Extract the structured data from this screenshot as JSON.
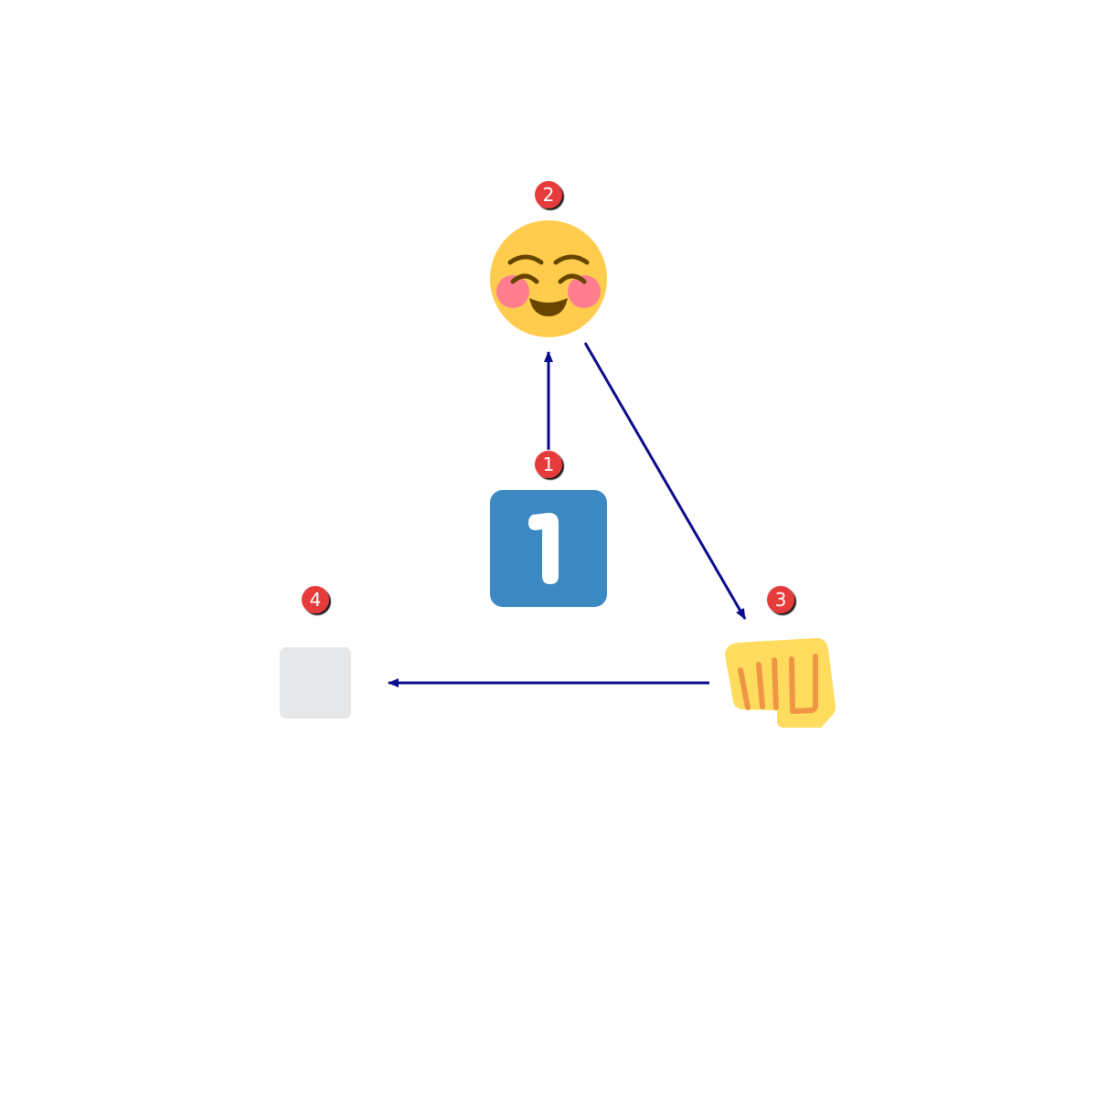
{
  "diagram": {
    "edge_color": "#0a0a8c",
    "badge_color": "#e63b3b",
    "nodes": [
      {
        "id": "1",
        "badge": "1",
        "icon": "keycap-digit-one-icon",
        "glyph": "1",
        "color": "#3b88c3"
      },
      {
        "id": "2",
        "badge": "2",
        "icon": "smiling-face-with-smiling-eyes-icon",
        "color": "#ffcc4d"
      },
      {
        "id": "3",
        "badge": "3",
        "icon": "oncoming-fist-icon",
        "color": "#ffdc5d"
      },
      {
        "id": "4",
        "badge": "4",
        "icon": "blank-square-icon",
        "color": "#e6e7e8"
      }
    ],
    "edges": [
      {
        "from": "1",
        "to": "2"
      },
      {
        "from": "2",
        "to": "3"
      },
      {
        "from": "3",
        "to": "4"
      }
    ]
  }
}
